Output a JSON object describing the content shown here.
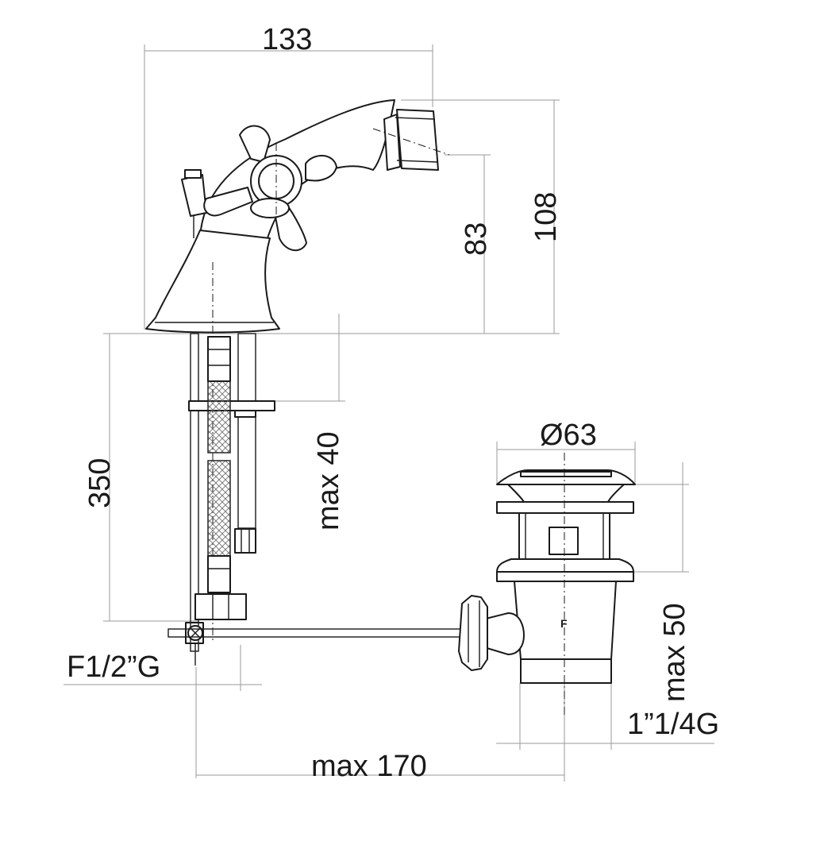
{
  "dimensions": {
    "width_top": "133",
    "height_total": "108",
    "height_spout": "83",
    "hose_length": "350",
    "max_deck": "max 40",
    "connection": "F1/2”G",
    "waste_diameter": "Ø63",
    "max_waste": "max 50",
    "waste_thread": "1”1/4G",
    "max_reach": "max 170"
  },
  "waste_mark": "F"
}
